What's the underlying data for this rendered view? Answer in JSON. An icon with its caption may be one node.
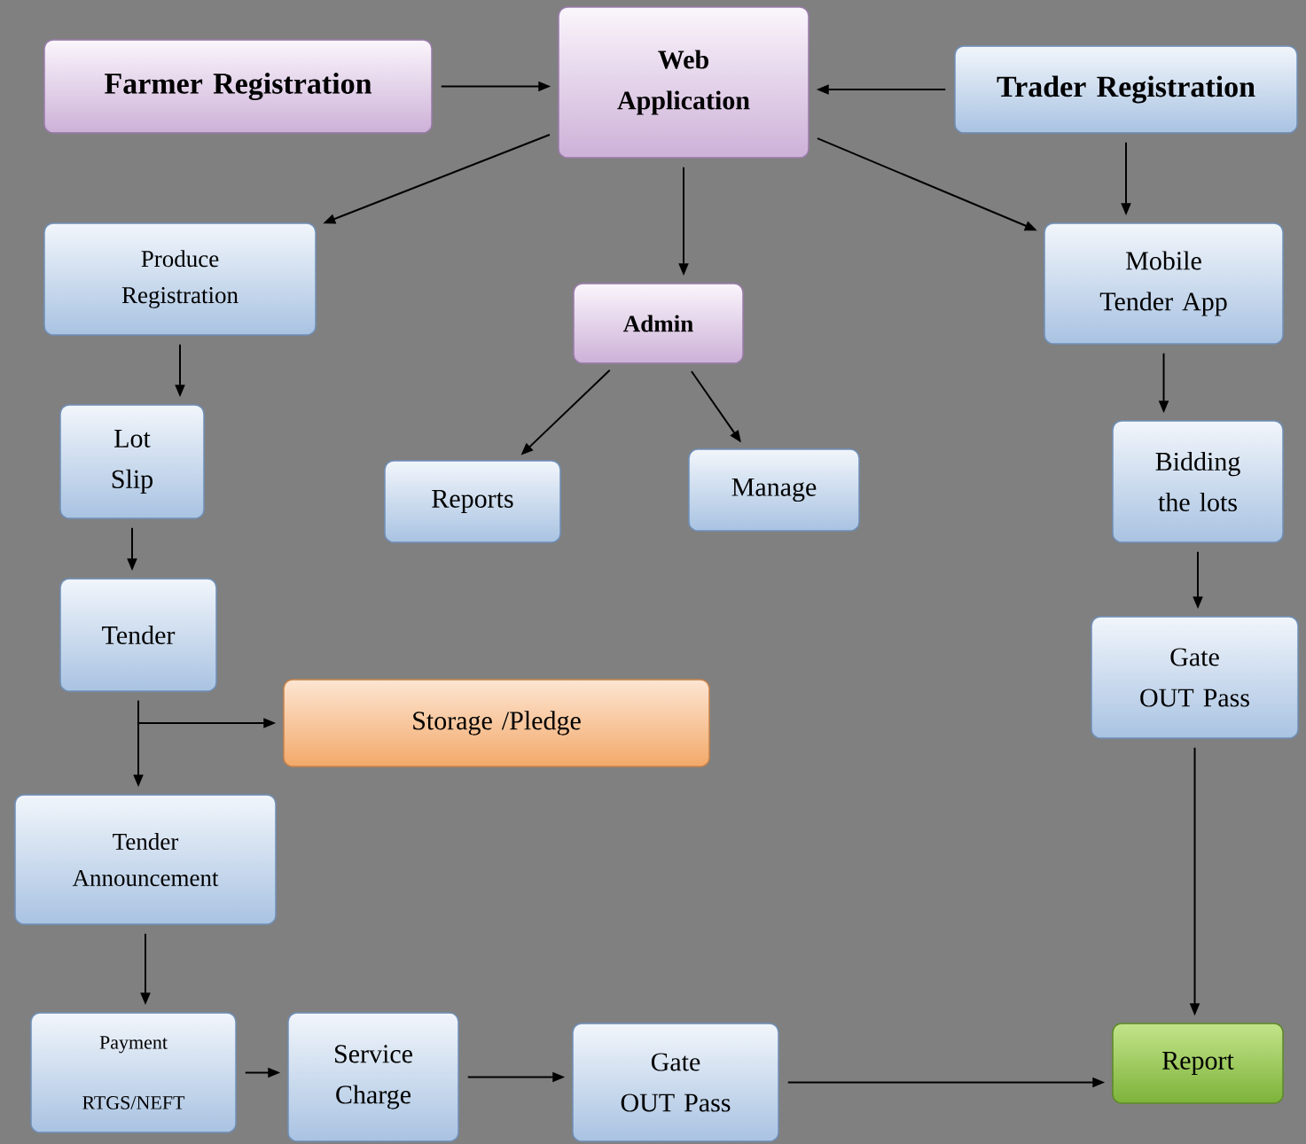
{
  "diagram": {
    "nodes": [
      {
        "text": [
          "Farmer Registration"
        ]
      },
      {
        "text": [
          "Web Application"
        ]
      },
      {
        "text": [
          "Trader Registration"
        ]
      },
      {
        "text": [
          "Produce Registration"
        ]
      },
      {
        "text": [
          "Admin"
        ]
      },
      {
        "text": [
          "Mobile Tender App"
        ]
      },
      {
        "text": [
          "Lot Slip"
        ]
      },
      {
        "text": [
          "Reports"
        ]
      },
      {
        "text": [
          "Manage"
        ]
      },
      {
        "text": [
          "Bidding the lots"
        ]
      },
      {
        "text": [
          "Tender"
        ]
      },
      {
        "text": [
          "Storage /Pledge"
        ]
      },
      {
        "text": [
          "Gate OUT Pass"
        ]
      },
      {
        "text": [
          "Tender Announcement"
        ]
      },
      {
        "text": [
          "Payment",
          "RTGS/NEFT"
        ]
      },
      {
        "text": [
          "Service Charge"
        ]
      },
      {
        "text": [
          "Gate OUT Pass"
        ]
      },
      {
        "text": [
          "Report"
        ]
      }
    ],
    "edges": [
      {
        "from": 0,
        "to": 1,
        "arrow": "to"
      },
      {
        "from": 1,
        "to": 3,
        "arrow": "to"
      },
      {
        "from": 2,
        "to": 1,
        "arrow": "to"
      },
      {
        "from": 1,
        "to": 5,
        "arrow": "to"
      },
      {
        "from": 1,
        "to": 4,
        "arrow": "to"
      },
      {
        "from": 2,
        "to": 5,
        "arrow": "to"
      },
      {
        "from": 3,
        "to": 6,
        "arrow": "to"
      },
      {
        "from": 4,
        "to": 7,
        "arrow": "to"
      },
      {
        "from": 4,
        "to": 8,
        "arrow": "to"
      },
      {
        "from": 5,
        "to": 9,
        "arrow": "to"
      },
      {
        "from": 6,
        "to": 10,
        "arrow": "to"
      },
      {
        "from": 9,
        "to": 12,
        "arrow": "to"
      },
      {
        "from": 10,
        "to": 13,
        "arrow": "to"
      },
      {
        "from": 10,
        "to": 11,
        "arrow": "to"
      },
      {
        "from": 12,
        "to": 17,
        "arrow": "to"
      },
      {
        "from": 13,
        "to": 14,
        "arrow": "to"
      },
      {
        "from": 14,
        "to": 15,
        "arrow": "to"
      },
      {
        "from": 15,
        "to": 16,
        "arrow": "to"
      },
      {
        "from": 16,
        "to": 17,
        "arrow": "to"
      }
    ]
  }
}
